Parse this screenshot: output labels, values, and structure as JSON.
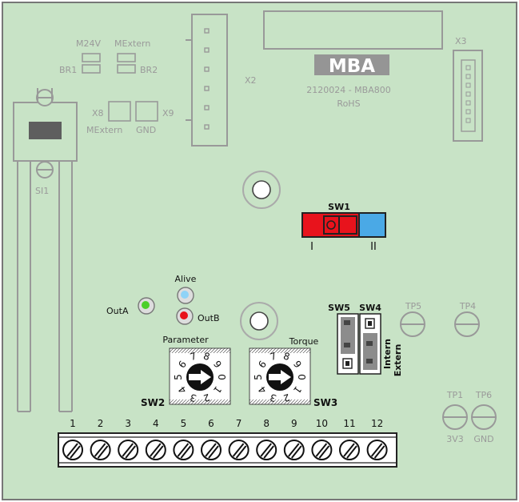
{
  "board": {
    "logo": "MBA",
    "part_line": "2120024 - MBA800",
    "rohs": "RoHS"
  },
  "colors": {
    "pcb": "#c8e3c6",
    "silk": "#9a9a9a",
    "led_green": "#4ccf2a",
    "led_blue": "#8fd3f7",
    "led_red": "#e8111a",
    "sw1_red": "#e8131c",
    "sw1_blue": "#4aa9e6"
  },
  "bridges": {
    "m24v": "M24V",
    "mextern_top": "MExtern",
    "br1": "BR1",
    "br2": "BR2"
  },
  "jumpers": {
    "x8": "X8",
    "x9": "X9",
    "mextern": "MExtern",
    "gnd": "GND"
  },
  "fuse": {
    "label": "SI1"
  },
  "connectors": {
    "x2": "X2",
    "x3": "X3"
  },
  "sw1": {
    "label": "SW1",
    "pos_left": "I",
    "pos_right": "II"
  },
  "leds": {
    "alive": "Alive",
    "outa": "OutA",
    "outb": "OutB"
  },
  "sw2": {
    "label": "SW2",
    "caption": "Parameter",
    "digits": [
      "0",
      "1",
      "2",
      "3",
      "4",
      "5",
      "6",
      "7",
      "8",
      "9"
    ]
  },
  "sw3": {
    "label": "SW3",
    "caption": "Torque",
    "digits": [
      "0",
      "1",
      "2",
      "3",
      "4",
      "5",
      "6",
      "7",
      "8",
      "9"
    ]
  },
  "sw4": {
    "label": "SW4"
  },
  "sw5": {
    "label": "SW5"
  },
  "dip_labels": {
    "intern": "Intern",
    "extern": "Extern"
  },
  "test_points": {
    "tp5": "TP5",
    "tp4": "TP4",
    "tp1": "TP1",
    "tp6": "TP6",
    "tp1_sub": "3V3",
    "tp6_sub": "GND"
  },
  "terminal": {
    "numbers": [
      "1",
      "2",
      "3",
      "4",
      "5",
      "6",
      "7",
      "8",
      "9",
      "10",
      "11",
      "12"
    ]
  }
}
